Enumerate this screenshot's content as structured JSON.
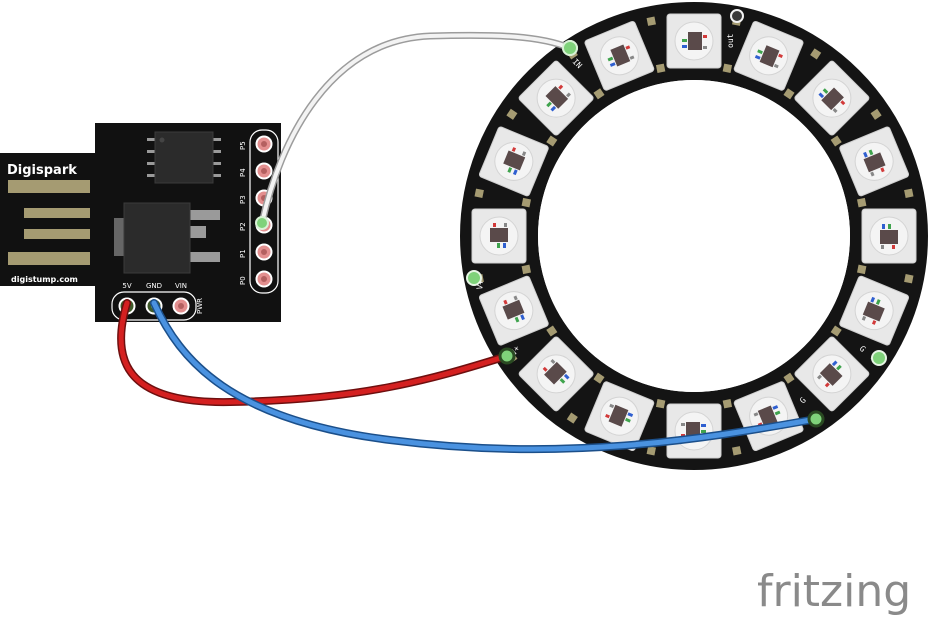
{
  "board": {
    "name": "Digispark",
    "url": "digistump.com",
    "side_pins": [
      "P5",
      "P4",
      "P3",
      "P2",
      "P1",
      "P0"
    ],
    "bottom_pins": [
      "5V",
      "GND",
      "VIN"
    ],
    "pwr_label": "PWR"
  },
  "ring": {
    "pixel_count": 16,
    "labels": {
      "in": "IN",
      "out": "out",
      "vplus_left": "V+",
      "vplus_bottom": "V+",
      "gnd_right": "G",
      "gnd_bottom": "G"
    }
  },
  "wires": [
    {
      "from": "P2",
      "to": "IN",
      "color": "#cfcfcf"
    },
    {
      "from": "5V",
      "to": "V+",
      "color": "#c11a1a"
    },
    {
      "from": "GND",
      "to": "G",
      "color": "#3a82d4"
    }
  ],
  "watermark": "fritzing",
  "colors": {
    "board": "#111111",
    "pin": "#e38f8f",
    "ring": "#141414",
    "led": "#e8e8e8",
    "watermark": "#8a8a8a"
  }
}
